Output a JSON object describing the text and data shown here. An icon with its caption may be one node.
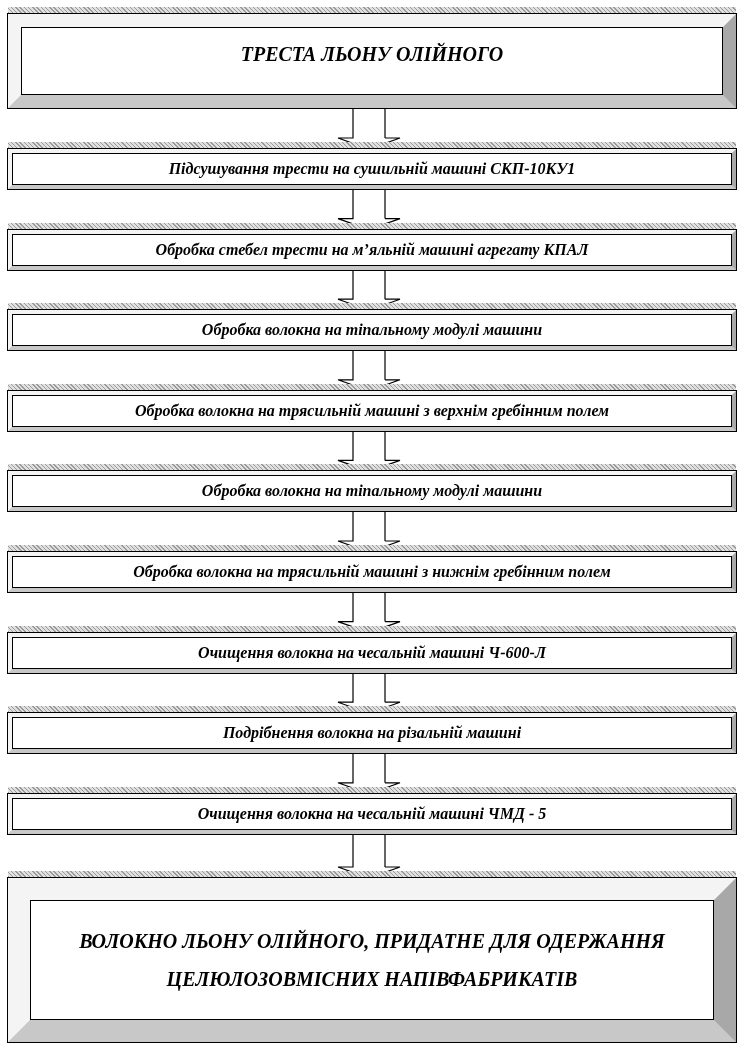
{
  "diagram": {
    "nodes": [
      {
        "text": [
          "ТРЕСТА ЛЬОНУ ОЛІЙНОГО"
        ]
      },
      {
        "text": [
          "Підсушування трести на сушильній машині СКП-10КУ1"
        ]
      },
      {
        "text": [
          "Обробка стебел трести на м’яльній машині  агрегату КПАЛ"
        ]
      },
      {
        "text": [
          "Обробка волокна на тіпальному модулі машини"
        ]
      },
      {
        "text": [
          "Обробка волокна на трясильній машині з верхнім гребінним полем"
        ]
      },
      {
        "text": [
          "Обробка волокна на тіпальному модулі машини"
        ]
      },
      {
        "text": [
          "Обробка волокна на трясильній машині з нижнім гребінним полем"
        ]
      },
      {
        "text": [
          "Очищення волокна на чесальній машині Ч-600-Л"
        ]
      },
      {
        "text": [
          "Подрібнення волокна на різальній машині"
        ]
      },
      {
        "text": [
          "Очищення волокна на чесальній  машині ЧМД - 5"
        ]
      },
      {
        "text": [
          "ВОЛОКНО ЛЬОНУ ОЛІЙНОГО, ПРИДАТНЕ ДЛЯ ОДЕРЖАННЯ ЦЕЛЮЛОЗОВМІСНИХ НАПІВФАБРИКАТІВ"
        ]
      }
    ],
    "edges": [
      {
        "from": 0,
        "to": 1,
        "arrow": "to"
      },
      {
        "from": 1,
        "to": 2,
        "arrow": "to"
      },
      {
        "from": 2,
        "to": 3,
        "arrow": "to"
      },
      {
        "from": 3,
        "to": 4,
        "arrow": "to"
      },
      {
        "from": 4,
        "to": 5,
        "arrow": "to"
      },
      {
        "from": 5,
        "to": 6,
        "arrow": "to"
      },
      {
        "from": 6,
        "to": 7,
        "arrow": "to"
      },
      {
        "from": 7,
        "to": 8,
        "arrow": "to"
      },
      {
        "from": 8,
        "to": 9,
        "arrow": "to"
      },
      {
        "from": 9,
        "to": 10,
        "arrow": "to"
      }
    ]
  }
}
